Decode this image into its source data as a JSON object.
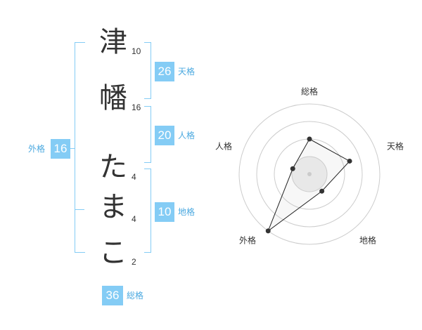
{
  "name_chars": [
    {
      "char": "津",
      "strokes": "10"
    },
    {
      "char": "幡",
      "strokes": "16"
    },
    {
      "char": "た",
      "strokes": "4"
    },
    {
      "char": "ま",
      "strokes": "4"
    },
    {
      "char": "こ",
      "strokes": "2"
    }
  ],
  "fortunes": {
    "tenkaku": {
      "value": "26",
      "label": "天格"
    },
    "jinkaku": {
      "value": "20",
      "label": "人格"
    },
    "chikaku": {
      "value": "10",
      "label": "地格"
    },
    "gaikaku": {
      "value": "16",
      "label": "外格"
    },
    "soukaku": {
      "value": "36",
      "label": "総格"
    }
  },
  "colors": {
    "accent": "#84ccf5",
    "accent_text": "#4ba9e0",
    "text": "#333333",
    "ring": "#cccccc",
    "fill": "#eeeeee"
  },
  "chart_data": {
    "type": "radar",
    "axes": [
      "総格",
      "天格",
      "地格",
      "外格",
      "人格"
    ],
    "values": [
      0.5,
      0.6,
      0.3,
      1.0,
      0.25
    ],
    "rings": 4,
    "range": [
      0,
      1
    ]
  }
}
